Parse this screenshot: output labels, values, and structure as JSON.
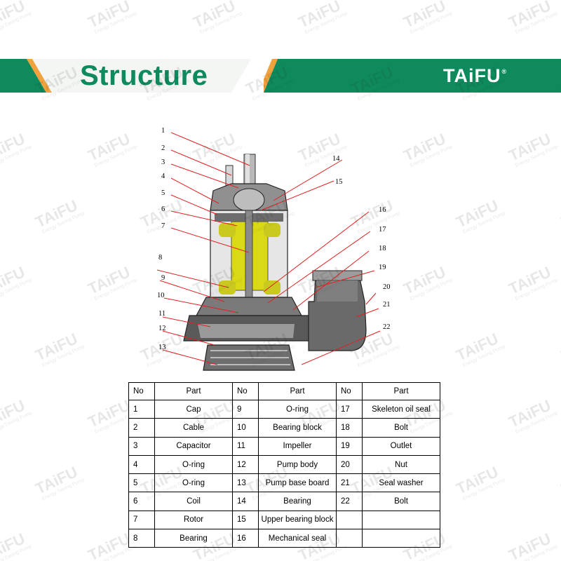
{
  "header": {
    "title": "Structure",
    "logo": "TAiFU",
    "logo_mark": "®",
    "brand_color": "#0e8a5c",
    "accent_color": "#f0a23c"
  },
  "diagram": {
    "callouts_left": [
      "1",
      "2",
      "3",
      "4",
      "5",
      "6",
      "7",
      "8",
      "9",
      "10",
      "11",
      "12",
      "13"
    ],
    "callouts_right": [
      "14",
      "15",
      "16",
      "17",
      "18",
      "19",
      "20",
      "21",
      "22"
    ],
    "line_color": "#e02020"
  },
  "table": {
    "headers": [
      "No",
      "Part",
      "No",
      "Part",
      "No",
      "Part"
    ],
    "rows": [
      [
        "1",
        "Cap",
        "9",
        "O-ring",
        "17",
        "Skeleton oil seal"
      ],
      [
        "2",
        "Cable",
        "10",
        "Bearing block",
        "18",
        "Bolt"
      ],
      [
        "3",
        "Capacitor",
        "11",
        "Impeller",
        "19",
        "Outlet"
      ],
      [
        "4",
        "O-ring",
        "12",
        "Pump body",
        "20",
        "Nut"
      ],
      [
        "5",
        "O-ring",
        "13",
        "Pump base board",
        "21",
        "Seal washer"
      ],
      [
        "6",
        "Coil",
        "14",
        "Bearing",
        "22",
        "Bolt"
      ],
      [
        "7",
        "Rotor",
        "15",
        "Upper bearing block",
        "",
        ""
      ],
      [
        "8",
        "Bearing",
        "16",
        "Mechanical seal",
        "",
        ""
      ]
    ]
  },
  "watermark": {
    "brand": "TAiFU",
    "tagline": "Energy Saving Pump"
  }
}
